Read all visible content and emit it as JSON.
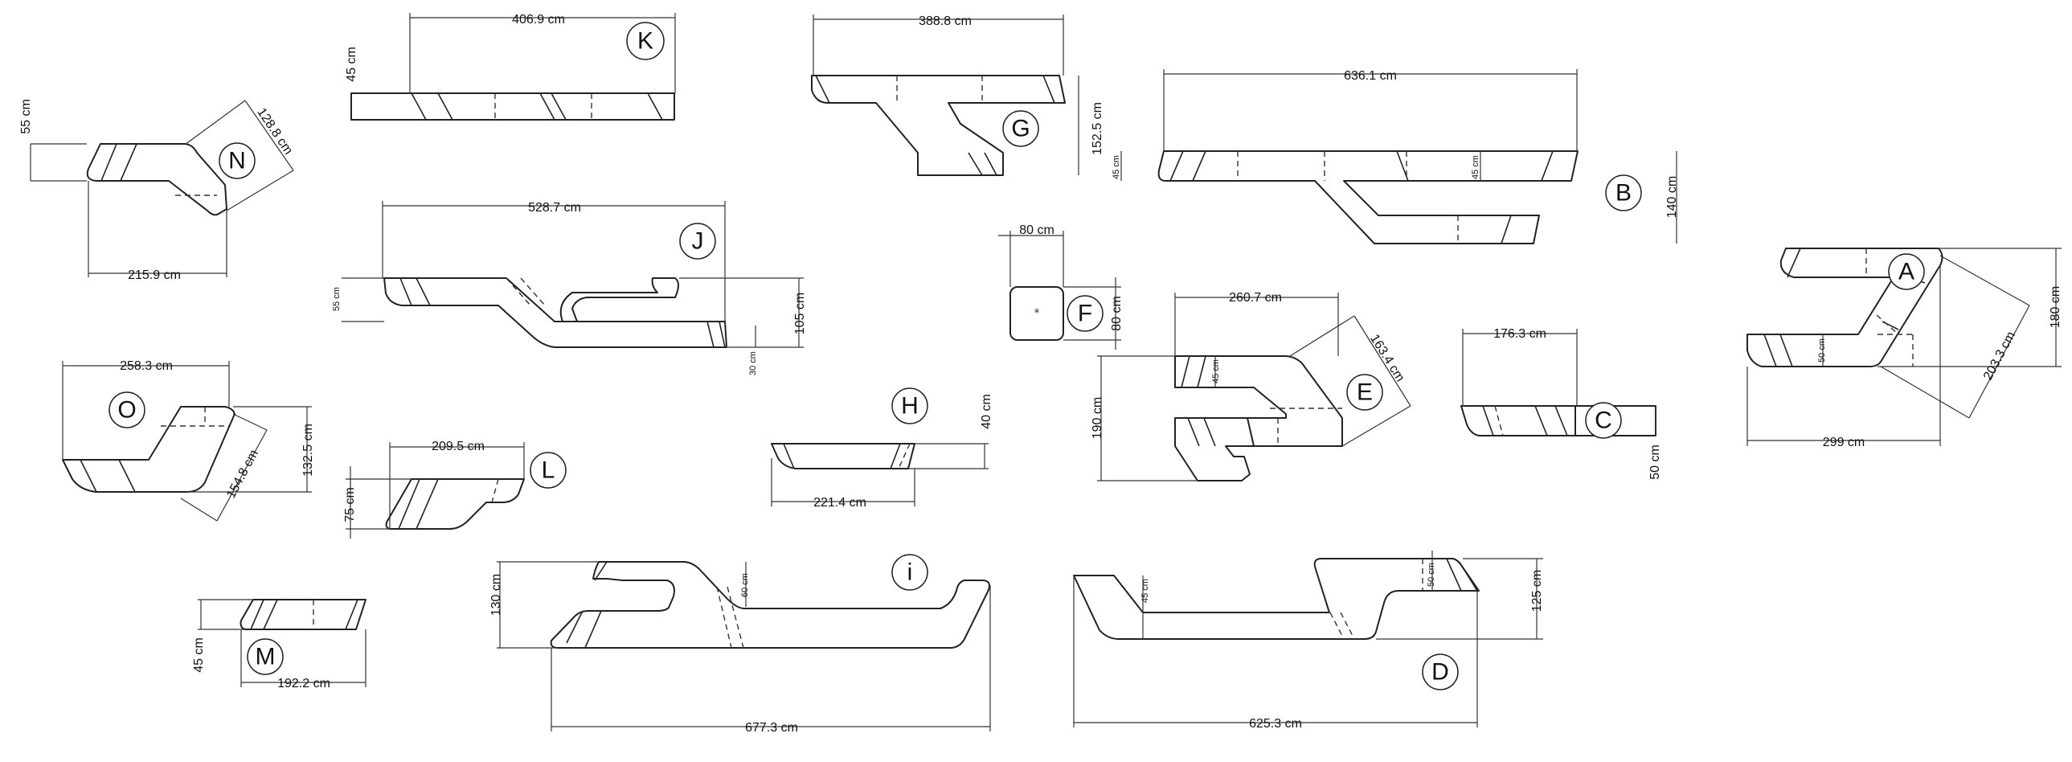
{
  "modules": {
    "K": {
      "letter": "K",
      "width": "406.9 cm",
      "height": "45 cm"
    },
    "G": {
      "letter": "G",
      "width": "388.8 cm",
      "height": "152.5 cm"
    },
    "B": {
      "letter": "B",
      "width": "636.1 cm",
      "seat_left": "45 cm",
      "seat_mid": "45 cm",
      "height": "140 cm"
    },
    "N": {
      "letter": "N",
      "height": "55 cm",
      "diag": "128.8 cm",
      "width": "215.9 cm"
    },
    "J": {
      "letter": "J",
      "width": "528.7 cm",
      "seat": "55 cm",
      "height": "105 cm",
      "foot": "30 cm"
    },
    "F": {
      "letter": "F",
      "width": "80 cm",
      "height": "80 cm",
      "mark": "*"
    },
    "E": {
      "letter": "E",
      "width": "260.7 cm",
      "diag": "163.4 cm",
      "seat": "45 cm",
      "height": "190 cm"
    },
    "A": {
      "letter": "A",
      "height": "180 cm",
      "diag": "203.3 cm",
      "seat": "50 cm",
      "width": "299 cm"
    },
    "C": {
      "letter": "C",
      "width": "176.3 cm",
      "height": "50 cm"
    },
    "O": {
      "letter": "O",
      "width": "258.3 cm",
      "height": "132.5 cm",
      "diag": "154.8 cm"
    },
    "H": {
      "letter": "H",
      "height": "40 cm",
      "width": "221.4 cm"
    },
    "L": {
      "letter": "L",
      "width": "209.5 cm",
      "height": "75 cm"
    },
    "I": {
      "letter": "i",
      "height": "130 cm",
      "seat": "60 cm",
      "width": "677.3 cm"
    },
    "M": {
      "letter": "M",
      "height": "45 cm",
      "width": "192.2 cm"
    },
    "D": {
      "letter": "D",
      "seat_left": "45 cm",
      "seat_right": "50 cm",
      "height": "125 cm",
      "width": "625.3 cm"
    }
  }
}
